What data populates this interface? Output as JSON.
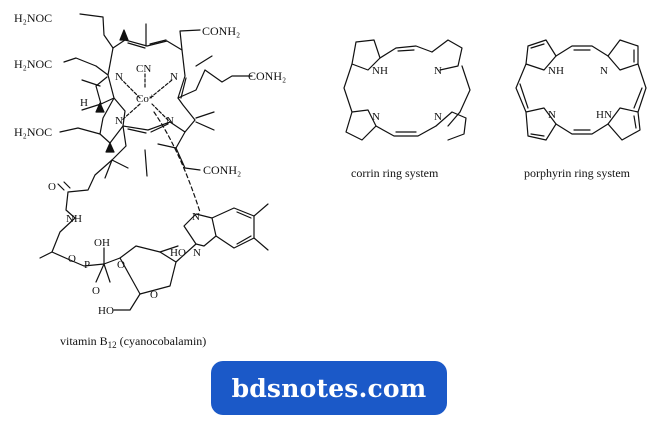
{
  "structures": {
    "vitamin": {
      "caption_main": "vitamin B",
      "caption_sub": "12",
      "caption_rest": " (cyanocobalamin)",
      "labels": {
        "h2noc_1": "H₂NOC",
        "h2noc_2": "H₂NOC",
        "h2noc_3": "H₂NOC",
        "conh2_1": "CONH₂",
        "conh2_2": "CONH₂",
        "conh2_3": "CONH₂",
        "cn": "CN",
        "co": "Co⁺",
        "n1": "N",
        "n2": "N",
        "n3": "N",
        "n4": "N",
        "h": "H",
        "nh": "NH",
        "o_carbonyl": "O",
        "oh_p": "OH",
        "p": "P",
        "o_p1": "O",
        "o_p2": "O",
        "o_p3": "O",
        "o_ring": "O",
        "ho_sugar": "HO",
        "ho_ch2": "HO",
        "n_benz1": "N",
        "n_benz2": "N"
      }
    },
    "corrin": {
      "caption": "corrin ring system",
      "labels": {
        "nh": "NH",
        "n_tr": "N",
        "n_bl": "N",
        "n_br": "N"
      }
    },
    "porphyrin": {
      "caption": "porphyrin ring system",
      "labels": {
        "nh": "NH",
        "n_tr": "N",
        "n_bl": "N",
        "hn": "HN"
      }
    }
  },
  "banner": {
    "text": "bdsnotes.com",
    "color": "#1b59c8"
  }
}
